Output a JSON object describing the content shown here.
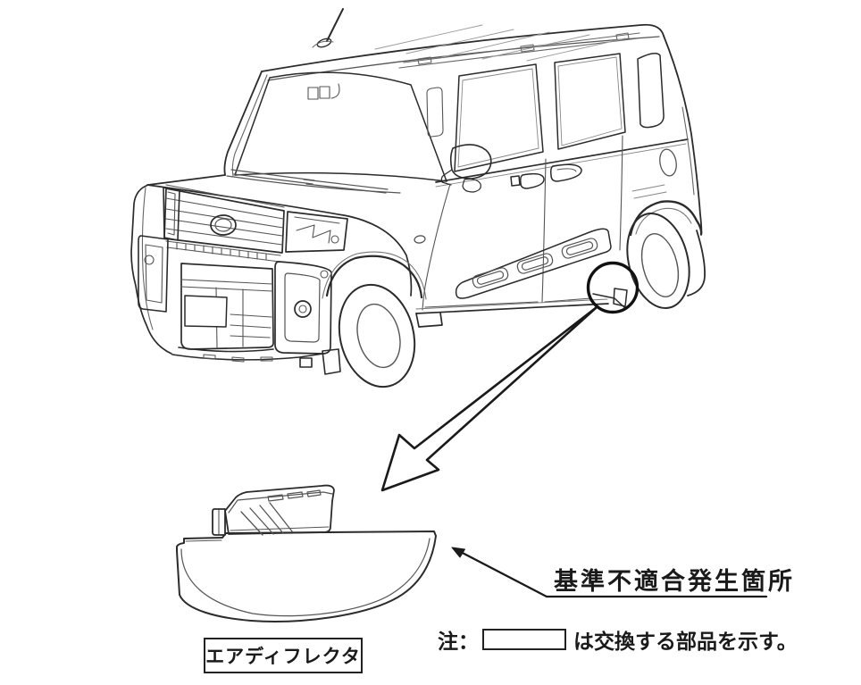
{
  "colors": {
    "background": "#ffffff",
    "line_main": "#2b2b2b",
    "line_detail": "#555555",
    "line_light": "#8a8a8a",
    "text": "#1a1a1a"
  },
  "annotation": {
    "caption": "基準不適合発生箇所"
  },
  "note": {
    "prefix": "注：",
    "suffix": "は交換する部品を示す。"
  },
  "part": {
    "label": "エアディフレクタ"
  }
}
